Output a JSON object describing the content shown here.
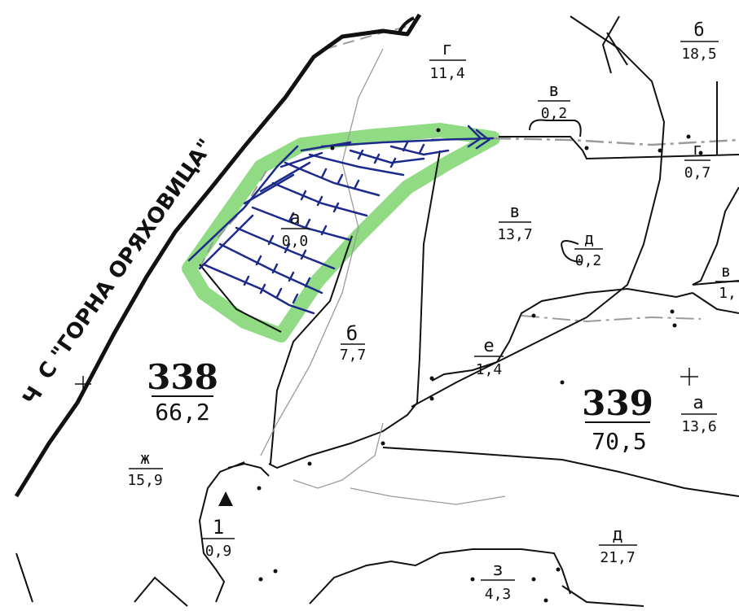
{
  "territory_name": "С \"ГОРНА ОРЯХОВИЦА\"",
  "territory_prefix": "Ч",
  "parcels": {
    "p338": {
      "number": "338",
      "area": "66,2"
    },
    "p339": {
      "number": "339",
      "area": "70,5"
    }
  },
  "sub_parcels": {
    "a_center": {
      "letter": "а",
      "area": "0,0"
    },
    "b_mid": {
      "letter": "б",
      "area": "7,7"
    },
    "v_mid": {
      "letter": "в",
      "area": "13,7"
    },
    "v_top": {
      "letter": "в",
      "area": "0,2"
    },
    "g_top": {
      "letter": "г",
      "area": "11,4"
    },
    "b_top_right": {
      "letter": "б",
      "area": "18,5"
    },
    "g_right": {
      "letter": "г",
      "area": "0,7"
    },
    "d_small": {
      "letter": "д",
      "area": "0,2"
    },
    "v_right_edge": {
      "letter": "в",
      "area": "1,"
    },
    "e_mid": {
      "letter": "е",
      "area": "1,4"
    },
    "a_right": {
      "letter": "а",
      "area": "13,6"
    },
    "zh_left": {
      "letter": "ж",
      "area": "15,9"
    },
    "one_bottom": {
      "letter": "1",
      "area": "0,9"
    },
    "d_bottom": {
      "letter": "д",
      "area": "21,7"
    },
    "z_bottom": {
      "letter": "з",
      "area": "4,3"
    }
  },
  "colors": {
    "highlight": "#7ed56f",
    "hatching": "#1c2a8c",
    "lines": "#111111",
    "dashed": "#9a9a9a"
  }
}
